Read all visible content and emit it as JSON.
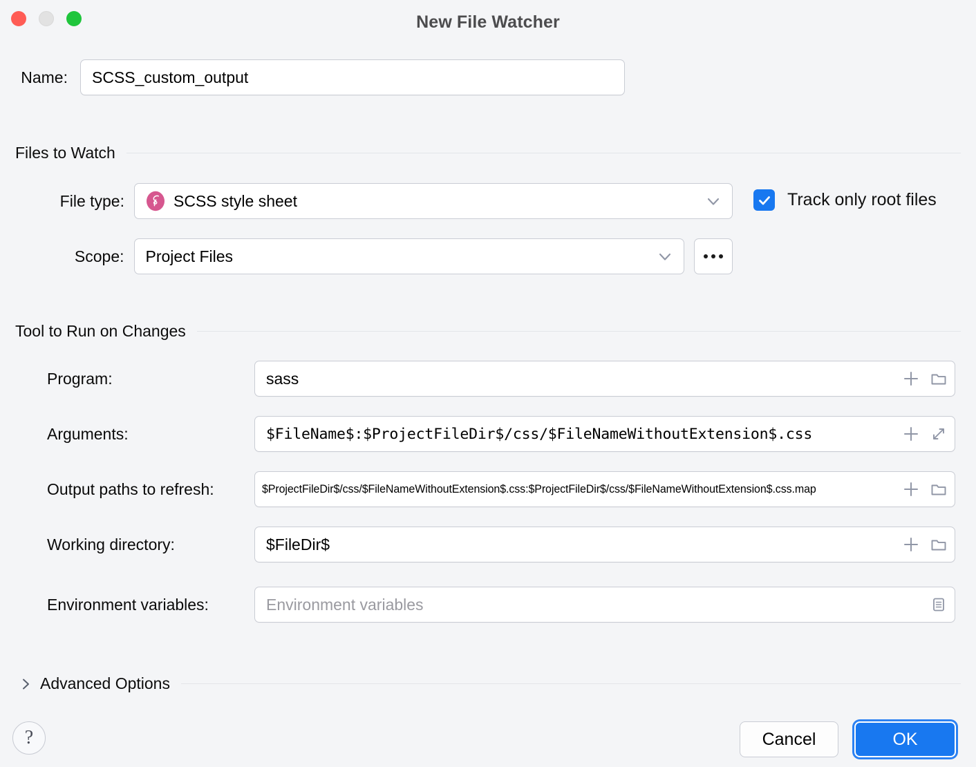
{
  "window": {
    "title": "New File Watcher",
    "traffic_lights": [
      "close-button",
      "minimize-button",
      "zoom-button"
    ],
    "colors": {
      "close": "#ff5c55",
      "minimize": "#e2e2e2",
      "zoom": "#1fc53c",
      "accent": "#1878f0"
    }
  },
  "name_row": {
    "label": "Name:",
    "value": "SCSS_custom_output"
  },
  "files_to_watch": {
    "section_title": "Files to Watch",
    "file_type": {
      "label": "File type:",
      "value": "SCSS style sheet",
      "icon": "scss-file-icon",
      "icon_color": "#d6578f"
    },
    "track_only_root_files": {
      "label": "Track only root files",
      "checked": true
    },
    "scope": {
      "label": "Scope:",
      "value": "Project Files",
      "browse_label": "..."
    }
  },
  "tool_to_run": {
    "section_title": "Tool to Run on Changes",
    "program": {
      "label": "Program:",
      "value": "sass",
      "icons": [
        "insert-macro-icon",
        "browse-folder-icon"
      ]
    },
    "arguments": {
      "label": "Arguments:",
      "value": "$FileName$:$ProjectFileDir$/css/$FileNameWithoutExtension$.css",
      "icons": [
        "insert-macro-icon",
        "expand-editor-icon"
      ]
    },
    "output_paths": {
      "label": "Output paths to refresh:",
      "value": "$ProjectFileDir$/css/$FileNameWithoutExtension$.css:$ProjectFileDir$/css/$FileNameWithoutExtension$.css.map",
      "icons": [
        "insert-macro-icon",
        "browse-folder-icon"
      ]
    },
    "working_directory": {
      "label": "Working directory:",
      "value": "$FileDir$",
      "icons": [
        "insert-macro-icon",
        "browse-folder-icon"
      ]
    },
    "environment_variables": {
      "label": "Environment variables:",
      "value": "",
      "placeholder": "Environment variables",
      "icons": [
        "edit-list-icon"
      ]
    }
  },
  "advanced_options": {
    "label": "Advanced Options",
    "expanded": false,
    "arrow": "chevron-right-icon"
  },
  "footer": {
    "help_label": "?",
    "cancel_label": "Cancel",
    "ok_label": "OK"
  }
}
